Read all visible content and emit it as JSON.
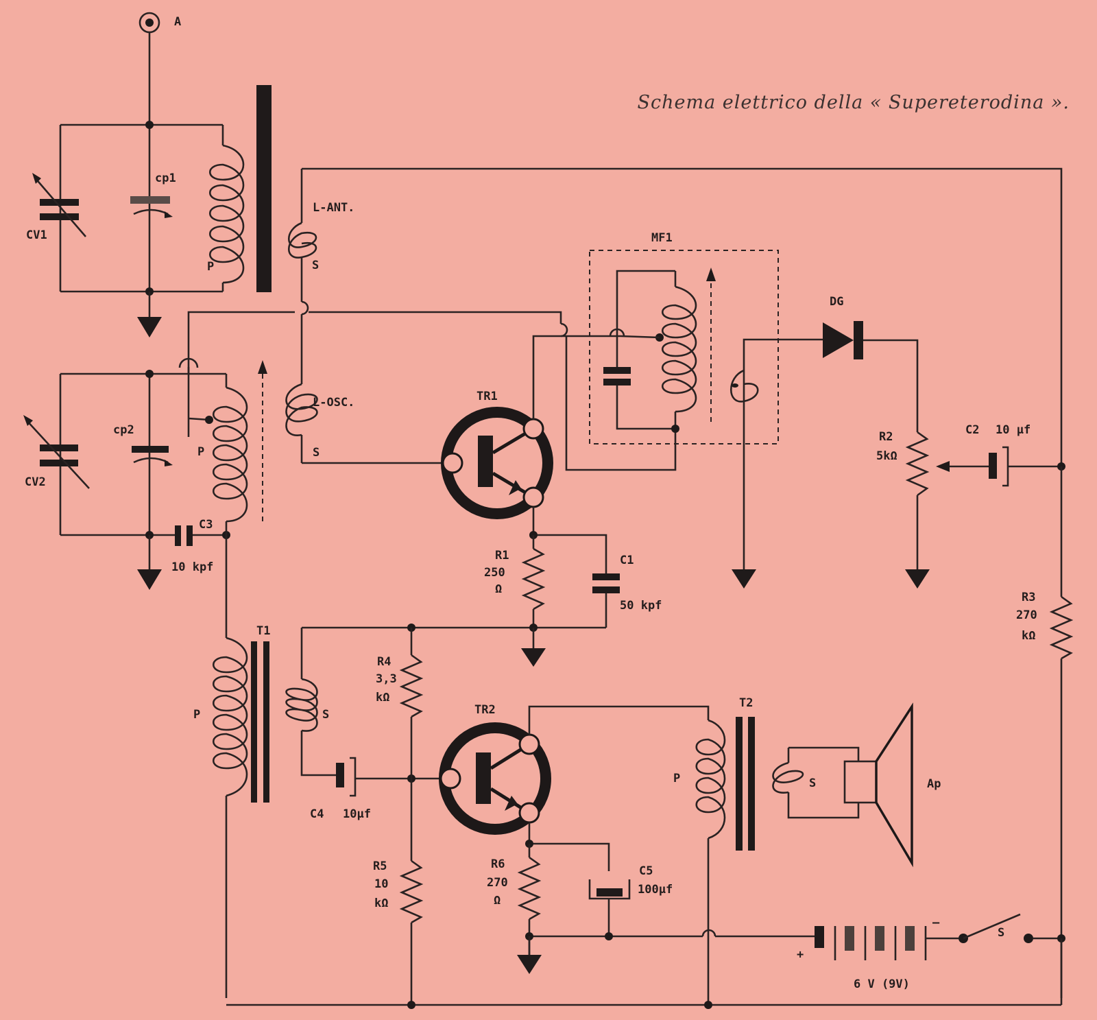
{
  "caption": "Schema elettrico della « Supereterodina ».",
  "labels": {
    "antenna": "A",
    "cv1": "CV1",
    "cp1": "cp1",
    "p1": "P",
    "lant": "L-ANT.",
    "s1": "S",
    "mf1": "MF1",
    "dg": "DG",
    "cv2": "CV2",
    "cp2": "cp2",
    "p2": "P",
    "losc": "L-OSC.",
    "s2": "S",
    "c3": "C3",
    "c3v": "10 kpf",
    "tr1": "TR1",
    "r1": "R1",
    "r1v": "250",
    "r1u": "Ω",
    "c1": "C1",
    "c1v": "50 kpf",
    "r2": "R2",
    "r2v": "5kΩ",
    "c2": "C2",
    "c2v": "10 µf",
    "r3": "R3",
    "r3v": "270",
    "r3u": "kΩ",
    "t1": "T1",
    "t1p": "P",
    "t1s": "S",
    "r4": "R4",
    "r4v": "3,3",
    "r4u": "kΩ",
    "tr2": "TR2",
    "c4": "C4",
    "c4v": "10µf",
    "r5": "R5",
    "r5v": "10",
    "r5u": "kΩ",
    "r6": "R6",
    "r6v": "270",
    "r6u": "Ω",
    "c5": "C5",
    "c5v": "100µf",
    "t2": "T2",
    "t2p": "P",
    "t2s": "S",
    "ap": "Ap",
    "battery": "6 V (9V)",
    "plus": "+",
    "minus": "–",
    "switch": "S"
  }
}
